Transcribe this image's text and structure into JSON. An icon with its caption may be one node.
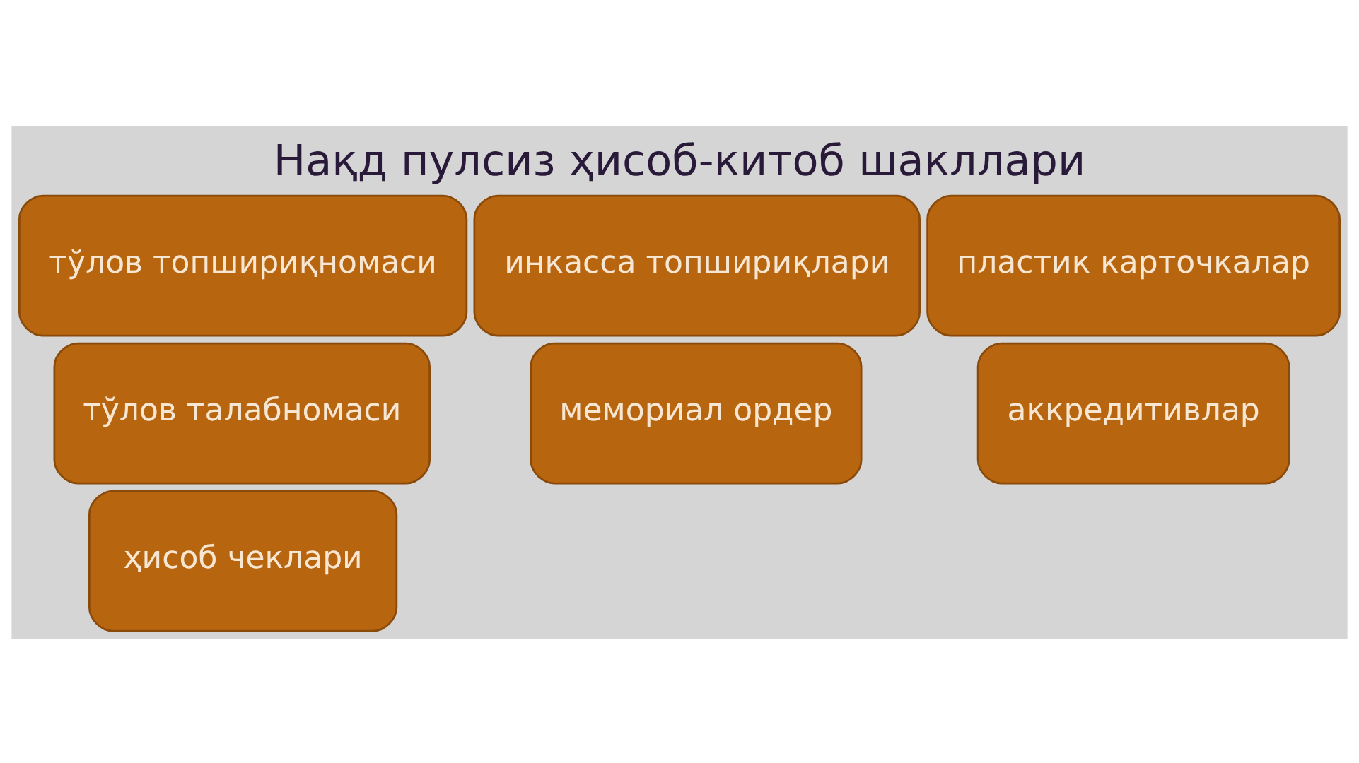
{
  "diagram": {
    "title": "Нақд пулсиз ҳисоб-китоб шакллари",
    "nodes": [
      {
        "text": [
          "тўлов топшириқномаси"
        ]
      },
      {
        "text": [
          "ҳисоб чеклари"
        ]
      },
      {
        "text": [
          "тўлов талабномаси"
        ]
      },
      {
        "text": [
          "пластик карточкалар"
        ]
      },
      {
        "text": [
          "мемориал ордер"
        ]
      },
      {
        "text": [
          "инкасса топшириқлари"
        ]
      },
      {
        "text": [
          "аккредитивлар"
        ]
      }
    ],
    "edges": []
  }
}
